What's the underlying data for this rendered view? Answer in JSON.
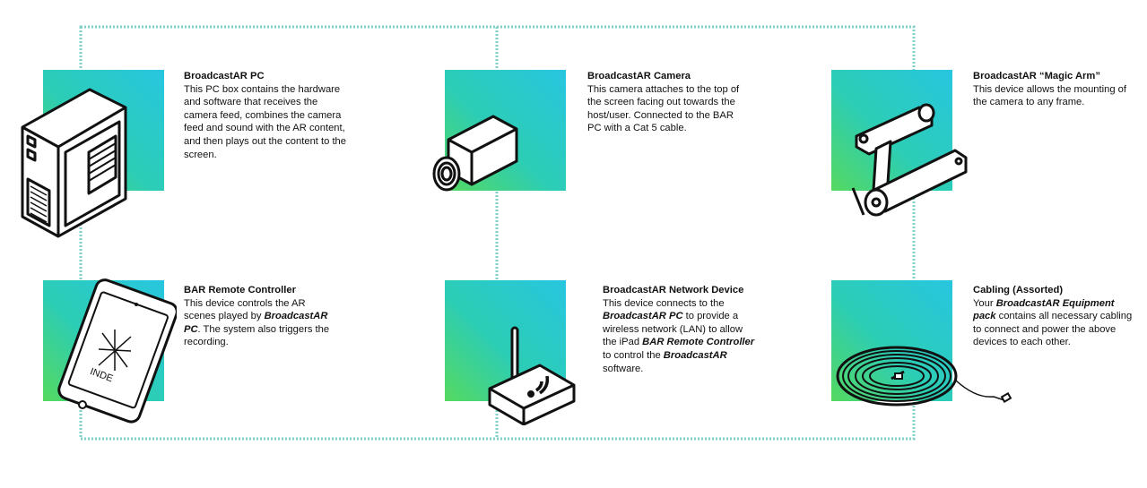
{
  "colors": {
    "connector": "#7fd0c9",
    "gradient_start": "#55d960",
    "gradient_end": "#27c6e0",
    "text": "#111111"
  },
  "items": [
    {
      "id": "pc",
      "icon": "pc-tower-icon",
      "title": "BroadcastAR PC",
      "body": "This PC box contains the hardware and software that receives the camera feed, combines the camera feed and sound with the AR content, and then plays out the content to the screen."
    },
    {
      "id": "camera",
      "icon": "camera-icon",
      "title": "BroadcastAR Camera",
      "body": "This camera attaches to the top of the screen facing out towards the host/user. Connected to the BAR PC with a Cat 5 cable."
    },
    {
      "id": "arm",
      "icon": "magic-arm-icon",
      "title": "BroadcastAR “Magic Arm”",
      "body": "This device allows the mounting of the camera to any frame."
    },
    {
      "id": "remote",
      "icon": "tablet-icon",
      "title": "BAR Remote Controller",
      "tablet_label": "INDE",
      "body_parts": [
        "This device controls the AR scenes played by ",
        "BroadcastAR PC",
        ". The system also triggers the recording."
      ]
    },
    {
      "id": "network",
      "icon": "router-icon",
      "title": "BroadcastAR Network Device",
      "body_parts": [
        "This device connects to the ",
        "BroadcastAR PC",
        " to provide a wireless network (LAN) to allow the iPad ",
        "BAR Remote Controller",
        " to control the ",
        "BroadcastAR",
        " software."
      ]
    },
    {
      "id": "cabling",
      "icon": "cable-coil-icon",
      "title": "Cabling (Assorted)",
      "body_parts": [
        "Your ",
        "BroadcastAR Equipment pack",
        " contains all necessary cabling to connect and power the above devices to each other."
      ]
    }
  ]
}
